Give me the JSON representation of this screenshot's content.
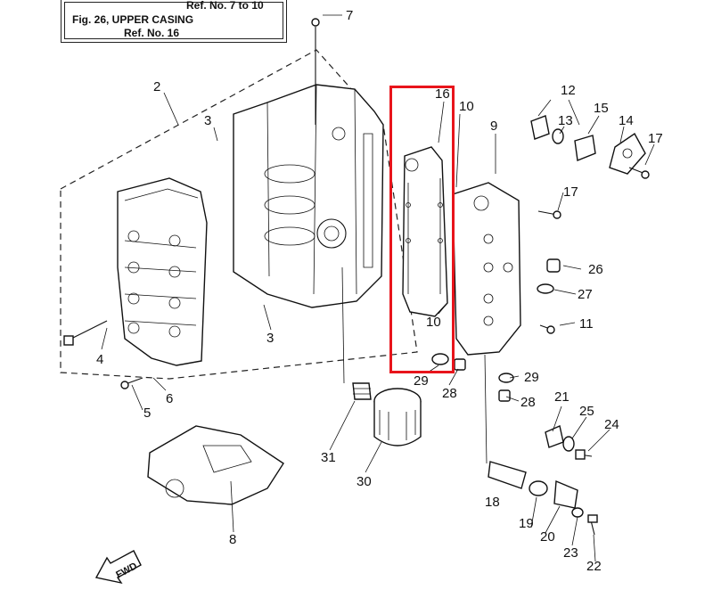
{
  "reference_box": {
    "line1": "Ref. No. 7 to 10",
    "line2": "Fig. 26, UPPER CASING",
    "line3": "Ref. No. 16"
  },
  "direction_marker": "FWD",
  "callouts": {
    "c2": "2",
    "c3a": "3",
    "c3b": "3",
    "c4": "4",
    "c5": "5",
    "c6": "6",
    "c7": "7",
    "c8": "8",
    "c9": "9",
    "c10a": "10",
    "c10b": "10",
    "c11": "11",
    "c12": "12",
    "c13": "13",
    "c14": "14",
    "c15": "15",
    "c16": "16",
    "c17a": "17",
    "c17b": "17",
    "c18": "18",
    "c19": "19",
    "c20": "20",
    "c21": "21",
    "c22": "22",
    "c23": "23",
    "c24": "24",
    "c25": "25",
    "c26": "26",
    "c27": "27",
    "c28a": "28",
    "c28b": "28",
    "c29a": "29",
    "c29b": "29",
    "c30": "30",
    "c31": "31"
  },
  "highlight_color": "#e8141b"
}
